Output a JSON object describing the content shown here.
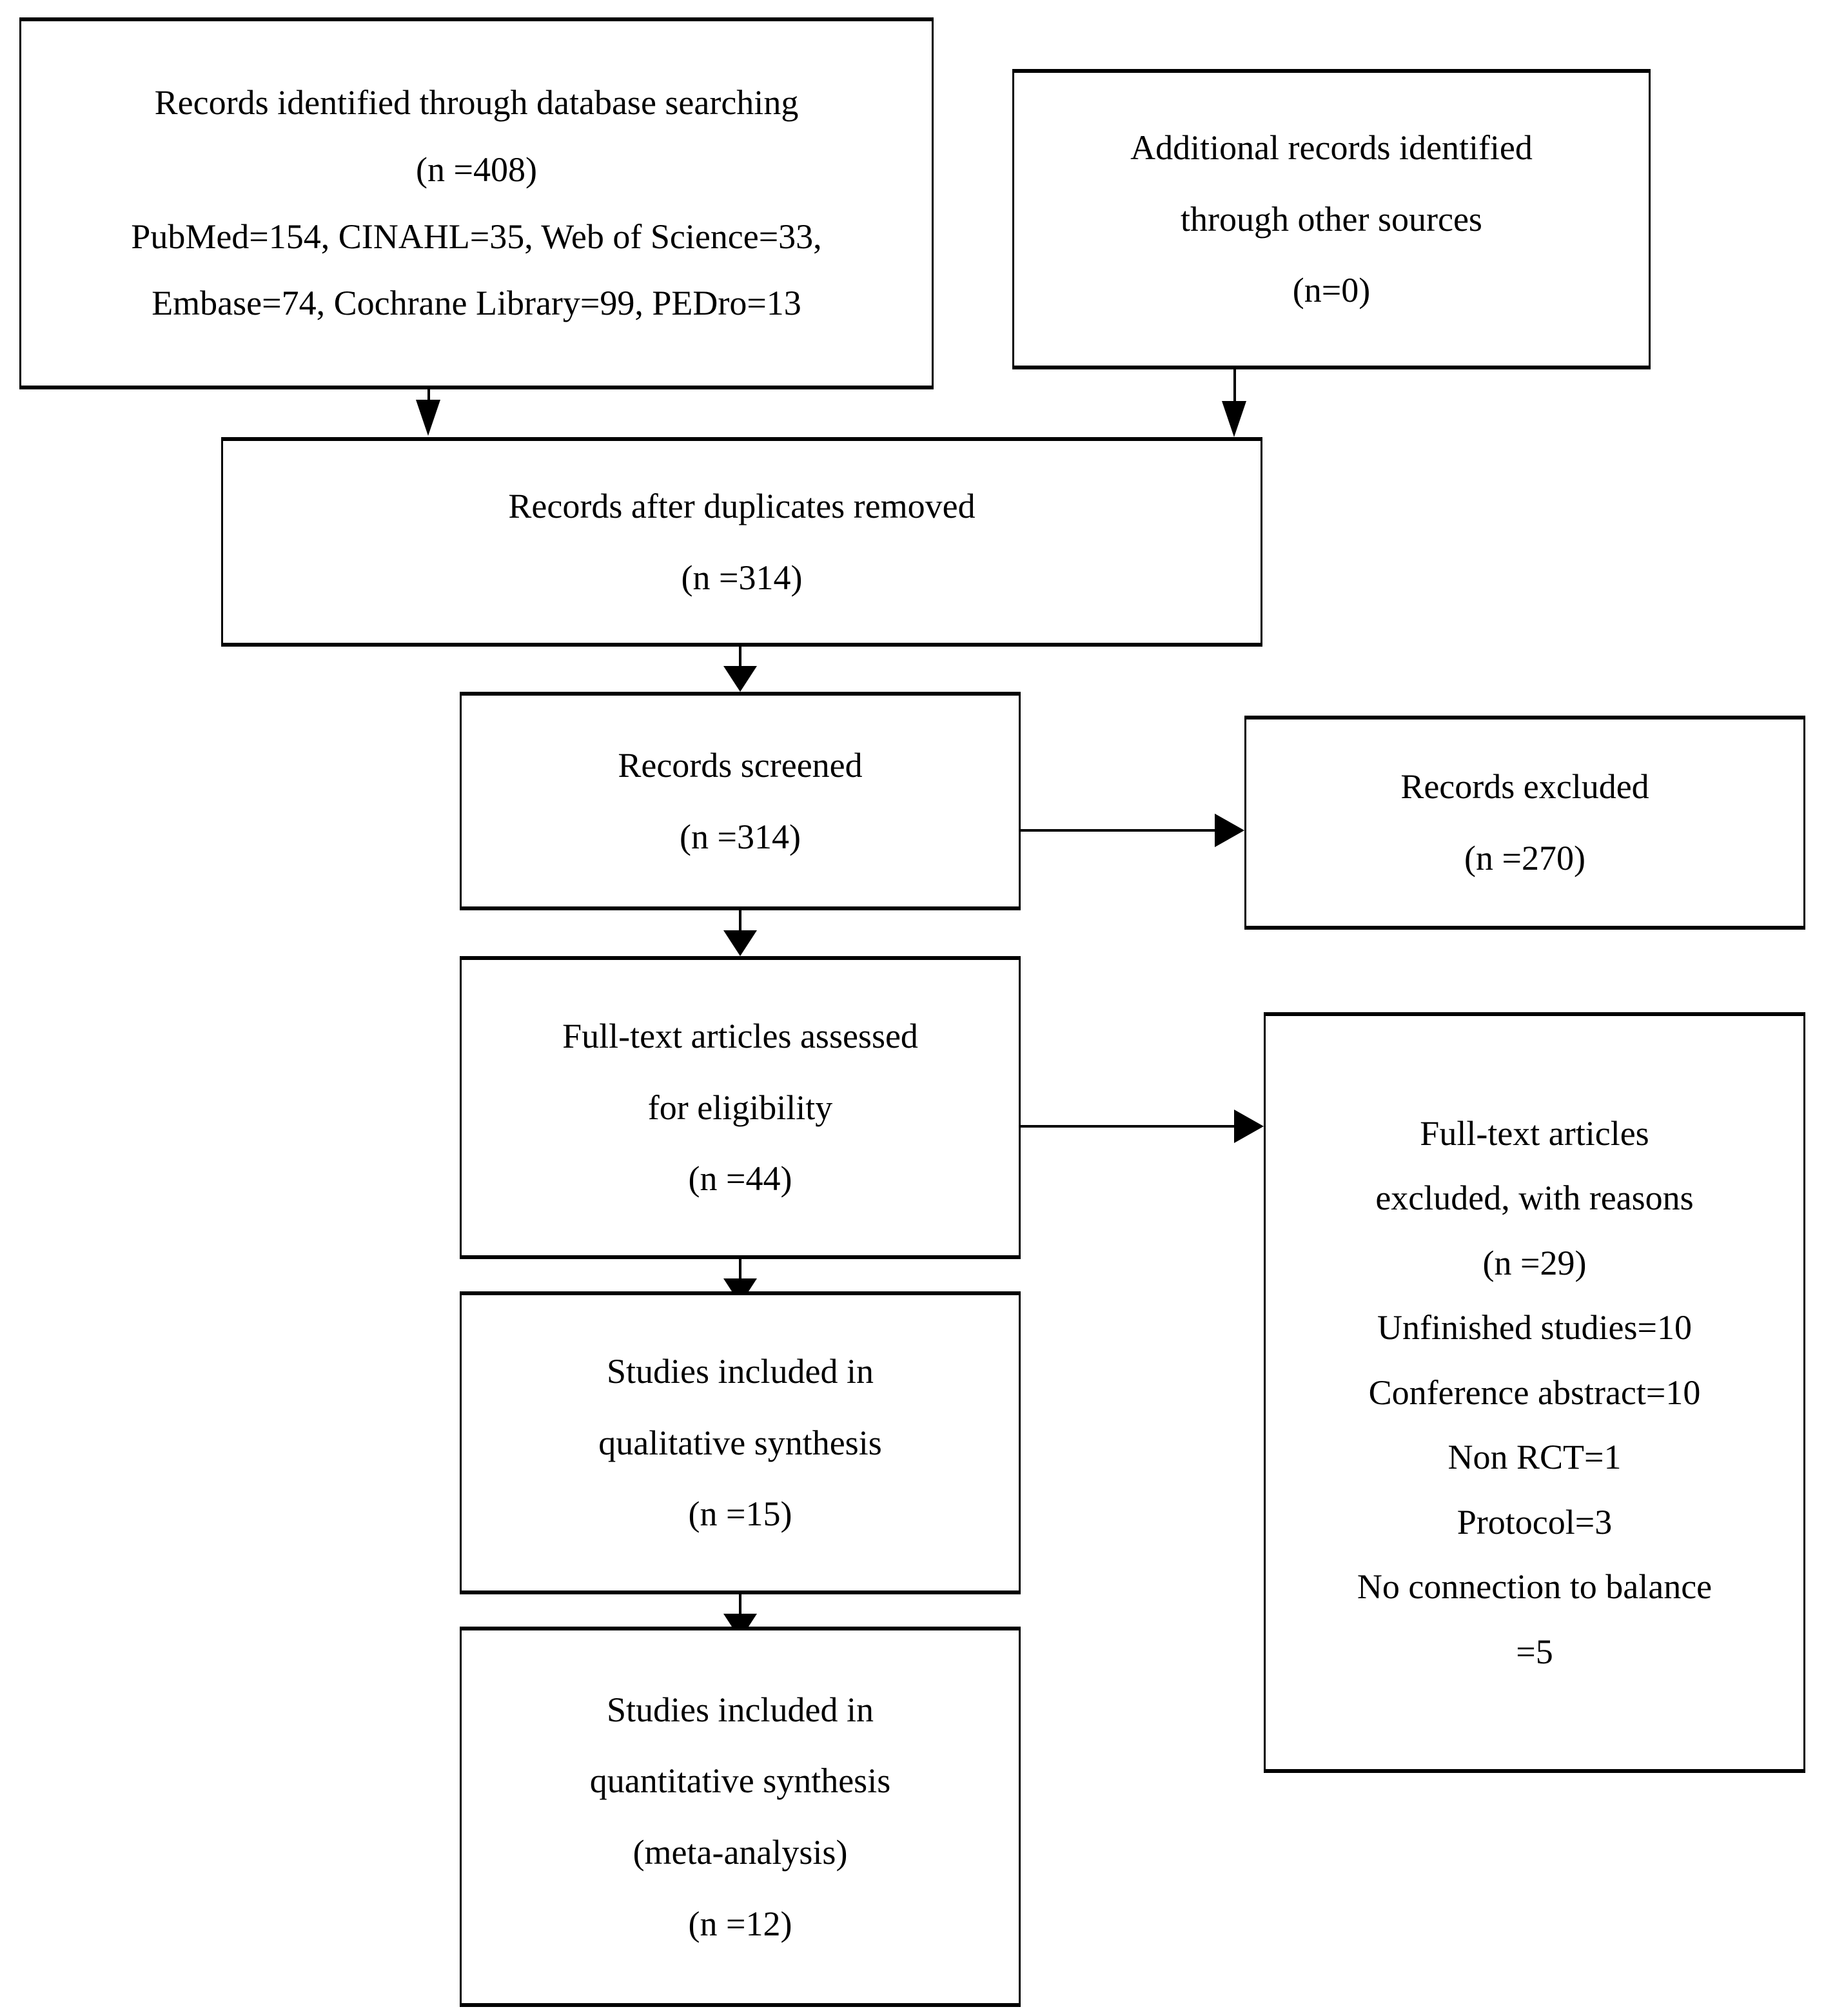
{
  "diagram": {
    "type": "prisma-flow-diagram",
    "ink_color": "#000000",
    "background_color": "#ffffff",
    "boxes": {
      "identified_database": {
        "line1": "Records identified through database searching",
        "line2": "(n =408)",
        "line3": "PubMed=154, CINAHL=35, Web of Science=33,",
        "line4": "Embase=74, Cochrane Library=99, PEDro=13"
      },
      "identified_other": {
        "line1": "Additional records identified",
        "line2": "through other sources",
        "line3": "(n=0)"
      },
      "duplicates_removed": {
        "line1": "Records after duplicates removed",
        "line2": "(n =314)"
      },
      "records_screened": {
        "line1": "Records screened",
        "line2": "(n =314)"
      },
      "records_excluded": {
        "line1": "Records excluded",
        "line2": "(n =270)"
      },
      "fulltext_assessed": {
        "line1": "Full-text articles assessed",
        "line2": "for eligibility",
        "line3": "(n =44)"
      },
      "fulltext_excluded": {
        "line1": "Full-text articles",
        "line2": "excluded, with reasons",
        "line3": "(n =29)",
        "line4": "Unfinished studies=10",
        "line5": "Conference abstract=10",
        "line6": "Non RCT=1",
        "line7": "Protocol=3",
        "line8": "No connection to balance",
        "line9": "=5"
      },
      "qualitative_synthesis": {
        "line1": "Studies included in",
        "line2": "qualitative synthesis",
        "line3": "(n =15)"
      },
      "quantitative_synthesis": {
        "line1": "Studies included in",
        "line2": "quantitative synthesis",
        "line3": "(meta-analysis)",
        "line4": "(n =12)"
      }
    },
    "counts": {
      "identified_database_total": 408,
      "pubmed": 154,
      "cinahl": 35,
      "web_of_science": 33,
      "embase": 74,
      "cochrane_library": 99,
      "pedro": 13,
      "identified_other_total": 0,
      "after_duplicates": 314,
      "screened": 314,
      "records_excluded": 270,
      "fulltext_assessed": 44,
      "fulltext_excluded": 29,
      "reason_unfinished_studies": 10,
      "reason_conference_abstract": 10,
      "reason_non_rct": 1,
      "reason_protocol": 3,
      "reason_no_connection_to_balance": 5,
      "qualitative_included": 15,
      "quantitative_included": 12
    }
  }
}
